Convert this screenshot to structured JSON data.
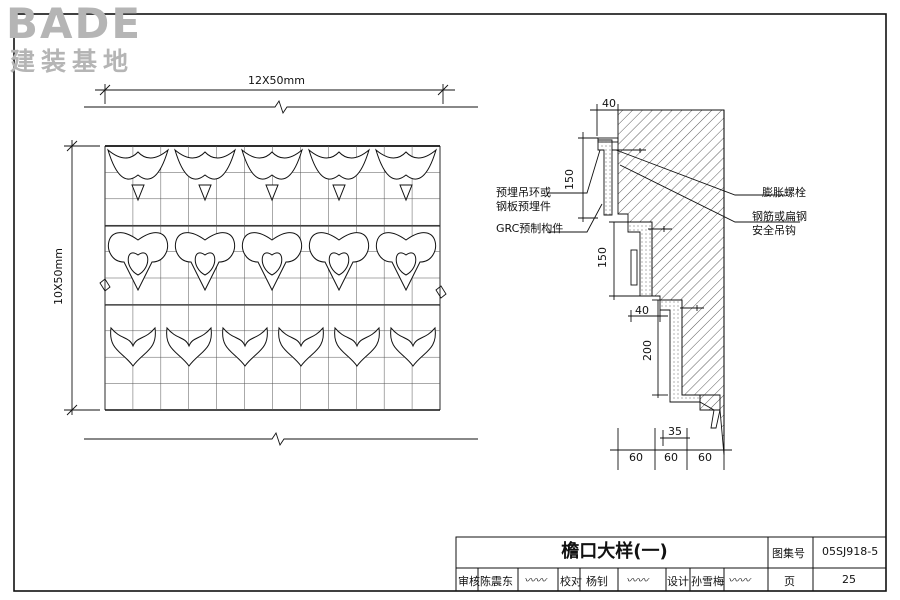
{
  "watermark": {
    "brand": "BADE",
    "subtitle": "建装基地"
  },
  "elevation": {
    "top_dimension": "12X50mm",
    "side_dimension": "10X50mm"
  },
  "section": {
    "dims": {
      "top_offset": "40",
      "upper_height": "150",
      "middle_height": "150",
      "step_offset": "40",
      "lower_height": "200",
      "bottom_inner": "35",
      "bottom_1": "60",
      "bottom_2": "60",
      "bottom_3": "60"
    },
    "notes": {
      "hanger_line1": "预埋吊环或",
      "hanger_line2": "钢板预埋件",
      "grc": "GRC预制构件",
      "bolt": "膨胀螺栓",
      "rebar_line1": "钢筋或扁钢",
      "rebar_line2": "安全吊钩"
    }
  },
  "title_block": {
    "title": "檐口大样(一)",
    "atlas_label": "图集号",
    "atlas_no": "05SJ918-5",
    "review_label": "审核",
    "reviewer": "陈震东",
    "check_label": "校对",
    "checker": "杨钊",
    "design_label": "设计",
    "designer": "孙雪梅",
    "page_label": "页",
    "page_no": "25"
  },
  "colors": {
    "ink": "#111111",
    "watermark": "#b5b5b5",
    "hatch": "#333333"
  }
}
